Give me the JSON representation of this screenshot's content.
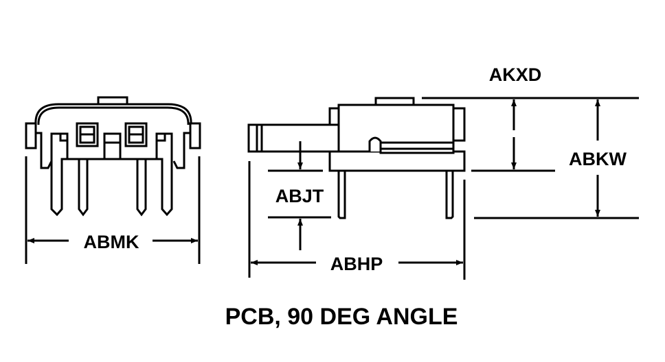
{
  "labels": {
    "front_width": "ABMK",
    "side_length": "ABHP",
    "pin_length": "ABJT",
    "top_offset": "AKXD",
    "overall_height": "ABKW"
  },
  "caption": "PCB, 90 DEG ANGLE",
  "colors": {
    "ink": "#000000",
    "background": "#ffffff"
  }
}
